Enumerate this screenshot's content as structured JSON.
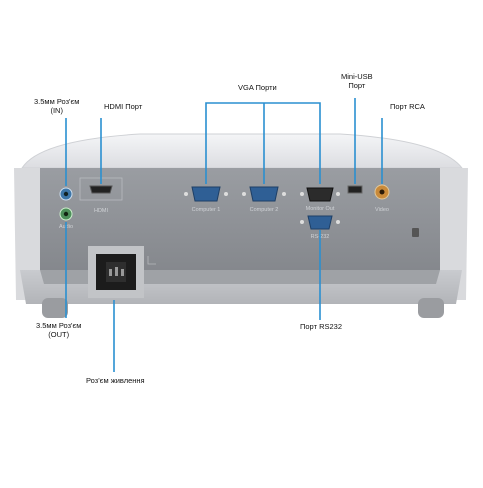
{
  "labels": {
    "audio_in": [
      "3.5мм Роз'єм",
      "(IN)"
    ],
    "hdmi": "HDMI  Порт",
    "vga": "VGA Порти",
    "mini_usb": [
      "Mini-USB",
      "Порт"
    ],
    "rca": "Порт RCA",
    "audio_out": [
      "3.5мм Роз'єм",
      "(OUT)"
    ],
    "rs232": "Порт RS232",
    "power": "Роз'єм живлення"
  },
  "panel_text": {
    "hdmi": "HDMI",
    "audio": "Audio",
    "computer1": "Computer 1",
    "computer2": "Computer 2",
    "monitor_out": "Monitor Out",
    "rs232": "RS-232",
    "video": "Video"
  },
  "colors": {
    "callout": "#2a8fd0",
    "body_light": "#e9eaed",
    "panel": "#8f9296",
    "vga_blue": "#2f5f95",
    "rca_orange": "#c98a3a",
    "audio_green": "#4d8f5a",
    "audio_blue": "#3d76a8"
  }
}
